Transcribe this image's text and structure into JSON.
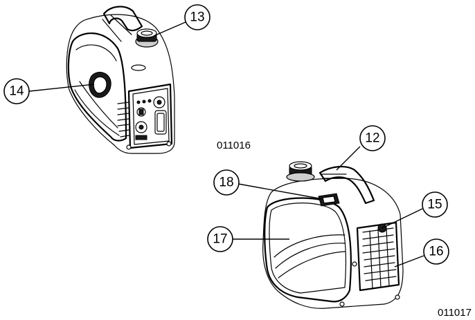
{
  "figures": [
    {
      "code": "011016"
    },
    {
      "code": "011017"
    }
  ],
  "callouts": [
    {
      "label": "13"
    },
    {
      "label": "14"
    },
    {
      "label": "12"
    },
    {
      "label": "18"
    },
    {
      "label": "15"
    },
    {
      "label": "17"
    },
    {
      "label": "16"
    }
  ]
}
